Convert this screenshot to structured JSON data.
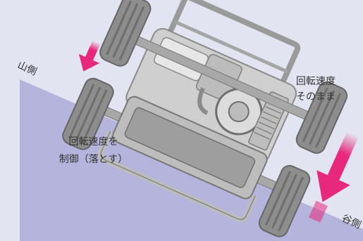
{
  "labels": {
    "uphill": "山側",
    "downhill": "谷側",
    "control_line1": "回転速度を",
    "control_line2": "制御（落とす）",
    "keep_line1": "回転速度",
    "keep_line2": "そのまま"
  },
  "colors": {
    "background": "#e3e4f1",
    "slope": "#b5b4dc",
    "arrow": "#e8287d",
    "machine_frame": "#9a9a9a",
    "machine_body": "#cfcfcf",
    "tire": "#8d8d8d"
  },
  "icons": {
    "arrow_small": "down-left-arrow-icon",
    "arrow_large": "down-left-arrow-icon",
    "machine": "slope-mower-illustration"
  }
}
